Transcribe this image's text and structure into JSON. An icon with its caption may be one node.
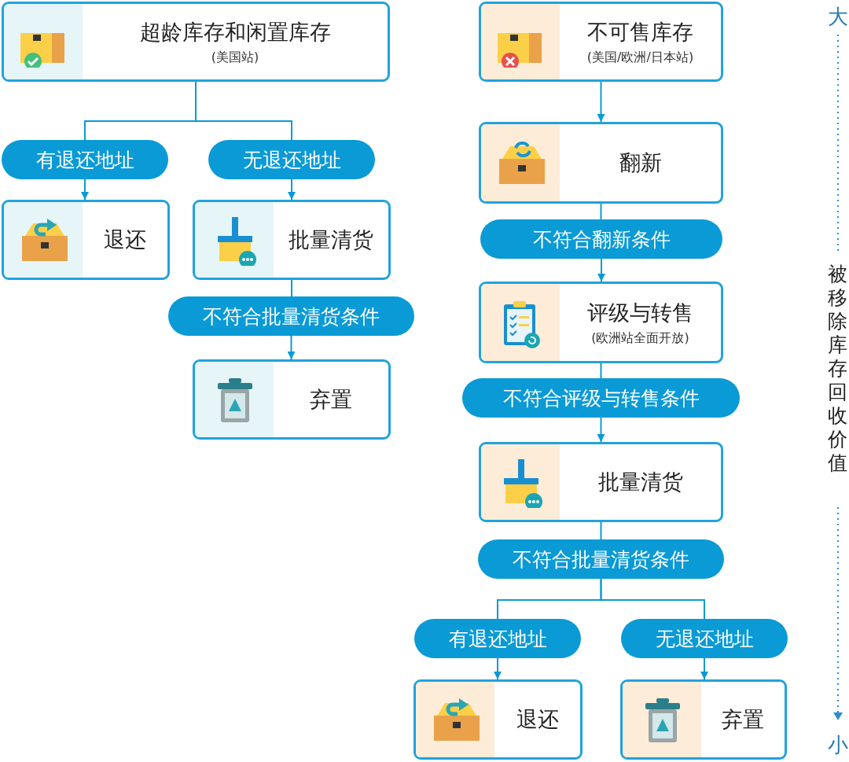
{
  "diagram": {
    "nodes": [
      {
        "text": [
          "超龄库存和闲置库存",
          "(美国站)"
        ]
      },
      {
        "text": [
          "有退还地址"
        ]
      },
      {
        "text": [
          "无退还地址"
        ]
      },
      {
        "text": [
          "退还"
        ]
      },
      {
        "text": [
          "批量清货"
        ]
      },
      {
        "text": [
          "不符合批量清货条件"
        ]
      },
      {
        "text": [
          "弃置"
        ]
      },
      {
        "text": [
          "不可售库存",
          "(美国/欧洲/日本站)"
        ]
      },
      {
        "text": [
          "翻新"
        ]
      },
      {
        "text": [
          "不符合翻新条件"
        ]
      },
      {
        "text": [
          "评级与转售",
          "(欧洲站全面开放)"
        ]
      },
      {
        "text": [
          "不符合评级与转售条件"
        ]
      },
      {
        "text": [
          "批量清货"
        ]
      },
      {
        "text": [
          "不符合批量清货条件"
        ]
      },
      {
        "text": [
          "有退还地址"
        ]
      },
      {
        "text": [
          "无退还地址"
        ]
      },
      {
        "text": [
          "退还"
        ]
      },
      {
        "text": [
          "弃置"
        ]
      }
    ],
    "edges": [
      {
        "from": 0,
        "to": 1,
        "arrow": "none"
      },
      {
        "from": 0,
        "to": 2,
        "arrow": "none"
      },
      {
        "from": 1,
        "to": 3,
        "arrow": "to"
      },
      {
        "from": 2,
        "to": 4,
        "arrow": "to"
      },
      {
        "from": 4,
        "to": 5,
        "arrow": "none"
      },
      {
        "from": 5,
        "to": 6,
        "arrow": "to"
      },
      {
        "from": 7,
        "to": 8,
        "arrow": "to"
      },
      {
        "from": 8,
        "to": 9,
        "arrow": "none"
      },
      {
        "from": 9,
        "to": 10,
        "arrow": "to"
      },
      {
        "from": 10,
        "to": 11,
        "arrow": "none"
      },
      {
        "from": 11,
        "to": 12,
        "arrow": "to"
      },
      {
        "from": 12,
        "to": 13,
        "arrow": "none"
      },
      {
        "from": 13,
        "to": 14,
        "arrow": "none"
      },
      {
        "from": 13,
        "to": 15,
        "arrow": "none"
      },
      {
        "from": 14,
        "to": 16,
        "arrow": "to"
      },
      {
        "from": 15,
        "to": 17,
        "arrow": "to"
      }
    ],
    "labels": [
      "大",
      "被移除库存回收价值",
      "小"
    ]
  }
}
